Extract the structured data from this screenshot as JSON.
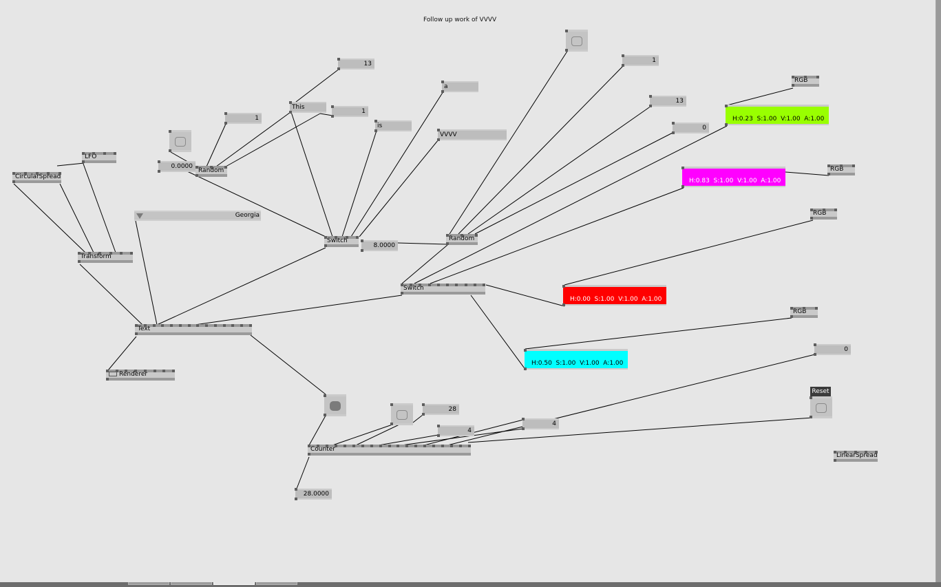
{
  "canvas": {
    "title": "Follow up work of VVVV"
  },
  "nodes": {
    "lfo": "LFO",
    "circular_spread": "CircularSpread",
    "transform": "Transform",
    "random_left": "Random",
    "switch_mid": "Switch",
    "random_right": "Random",
    "switch_right": "Switch",
    "text": "Text",
    "renderer": "Renderer",
    "counter": "Counter",
    "linear_spread": "LinearSpread",
    "rgb_1": "RGB",
    "rgb_2": "RGB",
    "rgb_3": "RGB",
    "rgb_4": "RGB"
  },
  "ioboxes": {
    "random_out": "0.0000",
    "random_max": "1",
    "this_count": "13",
    "this_index": "1",
    "switch_out": "8.0000",
    "rr_max": "1",
    "rr_count": "13",
    "rr_seed": "0",
    "counter_out": "28.0000",
    "counter_max": "28",
    "counter_inc": "4",
    "counter_step": "4",
    "counter_min": "0"
  },
  "strings": {
    "this": "This",
    "is": "is",
    "a": "a",
    "vvvv": "VVVV"
  },
  "enum": {
    "font_value": "Georgia"
  },
  "colors": {
    "green": {
      "text": "H:0.23  S:1.00  V:1.00  A:1.00",
      "hex": "#99ff00"
    },
    "magenta": {
      "text": "H:0.83  S:1.00  V:1.00  A:1.00",
      "hex": "#ff00ff"
    },
    "red": {
      "text": "H:0.00  S:1.00  V:1.00  A:1.00",
      "hex": "#ff0000"
    },
    "cyan": {
      "text": "H:0.50  S:1.00  V:1.00  A:1.00",
      "hex": "#00ffff"
    }
  },
  "reset": {
    "label": "Reset"
  }
}
